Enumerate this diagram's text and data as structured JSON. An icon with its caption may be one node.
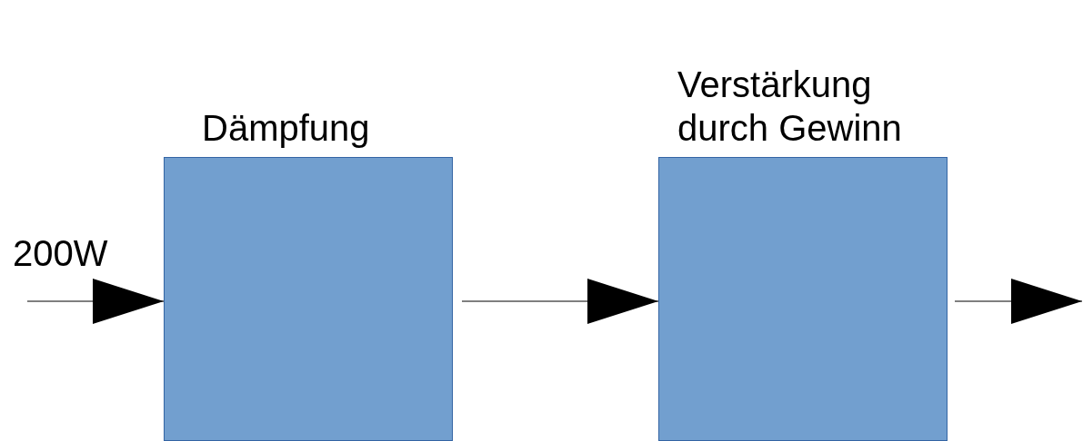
{
  "diagram": {
    "nodes": [
      {
        "text": [
          "Dämpfung"
        ]
      },
      {
        "text": [
          "Verstärkung durch Gewinn"
        ]
      }
    ],
    "edges": [
      {
        "from": null,
        "to": 0,
        "arrow": "to",
        "label": "200W"
      },
      {
        "from": 0,
        "to": 1,
        "arrow": "to"
      },
      {
        "from": 1,
        "to": null,
        "arrow": "to"
      }
    ]
  }
}
